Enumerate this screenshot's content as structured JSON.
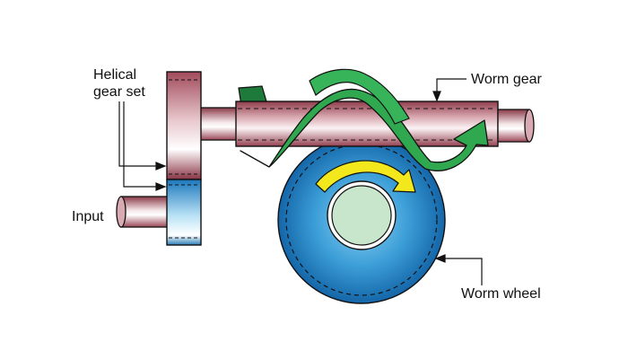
{
  "labels": {
    "helical_line1": "Helical",
    "helical_line2": "gear set",
    "input": "Input",
    "worm_gear": "Worm gear",
    "worm_wheel": "Worm wheel"
  },
  "colors": {
    "shaft_dark": "#8a3a48",
    "shaft_light": "#f4e6e8",
    "helix_green": "#2fa84f",
    "helix_dark": "#1d7a3a",
    "wheel_blue": "#1f7fc4",
    "wheel_light": "#5bb8e8",
    "hub": "#c8e6cc",
    "arrow_yellow": "#f2e81c"
  }
}
